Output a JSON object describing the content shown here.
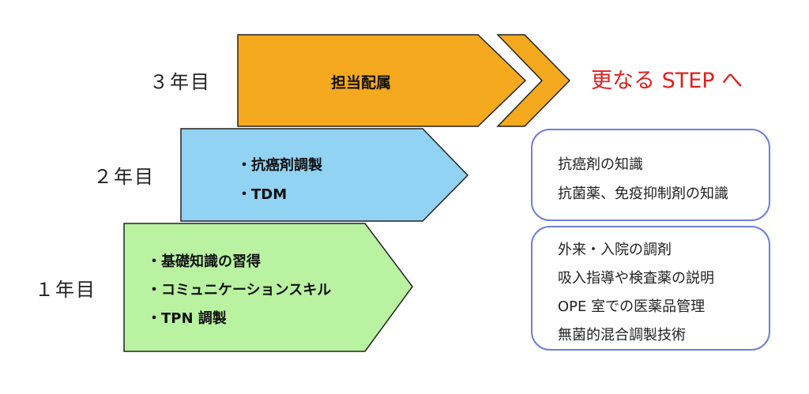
{
  "years": {
    "year3": "３年目",
    "year2": "２年目",
    "year1": "１年目"
  },
  "arrow3": {
    "title": "担当配属"
  },
  "arrow2": {
    "items": [
      "・抗癌剤調製",
      "・TDM"
    ]
  },
  "arrow1": {
    "items": [
      "・基礎知識の習得",
      "・コミュニケーションスキル",
      "・TPN 調製"
    ]
  },
  "next_step": "更なる STEP へ",
  "box_upper": {
    "lines": [
      "抗癌剤の知識",
      "抗菌薬、免疫抑制剤の知識"
    ]
  },
  "box_lower": {
    "lines": [
      "外来・入院の調剤",
      "吸入指導や検査薬の説明",
      "OPE 室での医薬品管理",
      "無菌的混合調製技術"
    ]
  },
  "colors": {
    "year3_fill": "#f5a91f",
    "year2_fill": "#92d2f3",
    "year1_fill": "#b9f2a0",
    "outline": "#222222",
    "step_text": "#e02020",
    "box_border": "#6f7fd9"
  }
}
